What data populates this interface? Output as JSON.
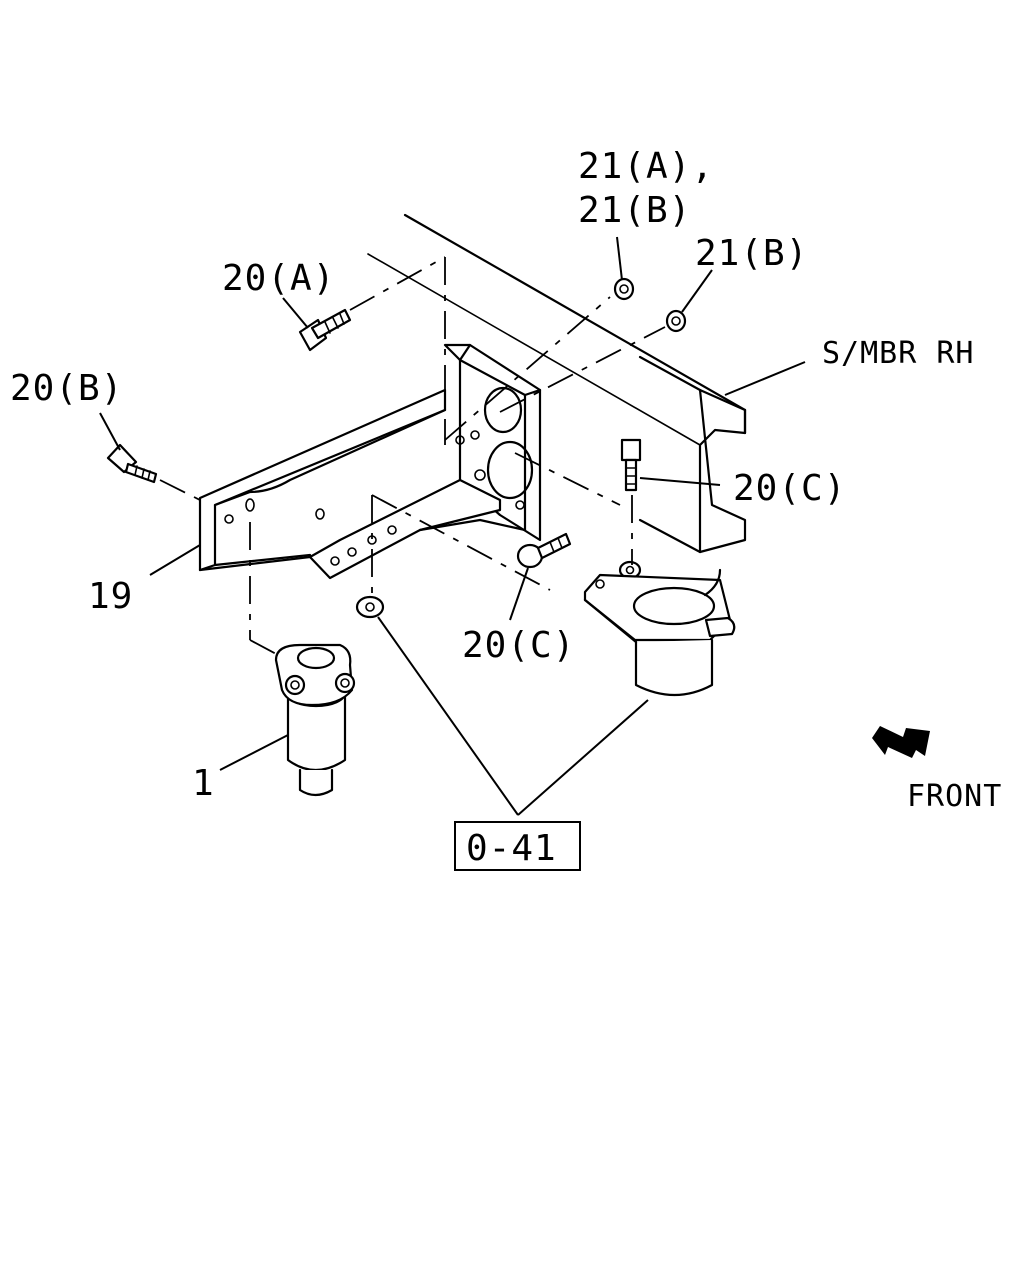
{
  "labels": {
    "part_21a_21b_line1": "21(A),",
    "part_21a_21b_line2": "21(B)",
    "part_21b": "21(B)",
    "part_20a": "20(A)",
    "part_20b": "20(B)",
    "side_member": "S/MBR RH",
    "part_20c_upper": "20(C)",
    "part_20c_lower": "20(C)",
    "part_19": "19",
    "part_1": "1",
    "front": "FRONT",
    "reference": "0-41"
  },
  "icons": {
    "front_arrow": "front-direction-arrow-icon"
  }
}
